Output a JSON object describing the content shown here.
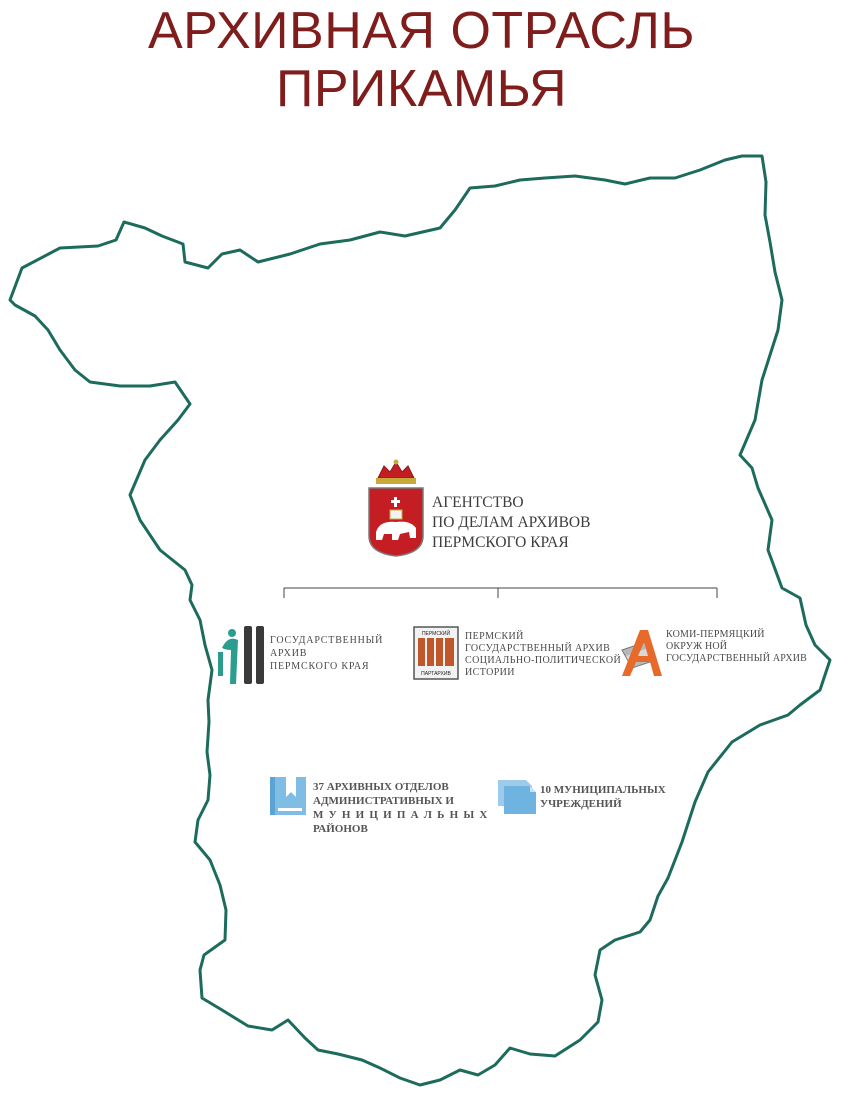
{
  "title": {
    "line1": "АРХИВНАЯ ОТРАСЛЬ",
    "line2": "ПРИКАМЬЯ"
  },
  "colors": {
    "title": "#7f1d1d",
    "border": "#1c6b5c",
    "accent_red": "#c41e24",
    "archive_teal": "#2a9d8f",
    "komi_orange": "#e86a2b",
    "light_blue": "#7fbde4"
  },
  "agency": {
    "line1": "АГЕНТСТВО",
    "line2": "ПО ДЕЛАМ АРХИВОВ",
    "line3": "ПЕРМСКОГО КРАЯ",
    "icon": "perm-coat-of-arms-icon"
  },
  "archives": [
    {
      "lines": [
        "ГОСУДАРСТВЕННЫЙ",
        "АРХИВ",
        "ПЕРМСКОГО КРАЯ"
      ],
      "icon": "state-archive-logo-icon"
    },
    {
      "lines": [
        "ПЕРМСКИЙ",
        "ГОСУДАРСТВЕННЫЙ АРХИВ",
        "СОЦИАЛЬНО-ПОЛИТИЧЕСКОЙ",
        "ИСТОРИИ"
      ],
      "icon": "partarchive-logo-icon",
      "logo_top": "ПЕРМСКИЙ",
      "logo_bottom": "ПАРТАРХИВ"
    },
    {
      "lines": [
        "КОМИ-ПЕРМЯЦКИЙ",
        "ОКРУЖ НОЙ",
        "ГОСУДАРСТВЕННЫЙ АРХИВ"
      ],
      "icon": "komi-archive-logo-icon"
    }
  ],
  "municipal": [
    {
      "lines": [
        "37 АРХИВНЫХ ОТДЕЛОВ",
        "АДМИНИСТРАТИВНЫХ И",
        "МУНИЦИПАЛЬНЫХ",
        "РАЙОНОВ"
      ],
      "icon": "archive-book-icon"
    },
    {
      "lines": [
        "10 МУНИЦИПАЛЬНЫХ",
        "УЧРЕЖДЕНИЙ"
      ],
      "icon": "documents-icon"
    }
  ]
}
